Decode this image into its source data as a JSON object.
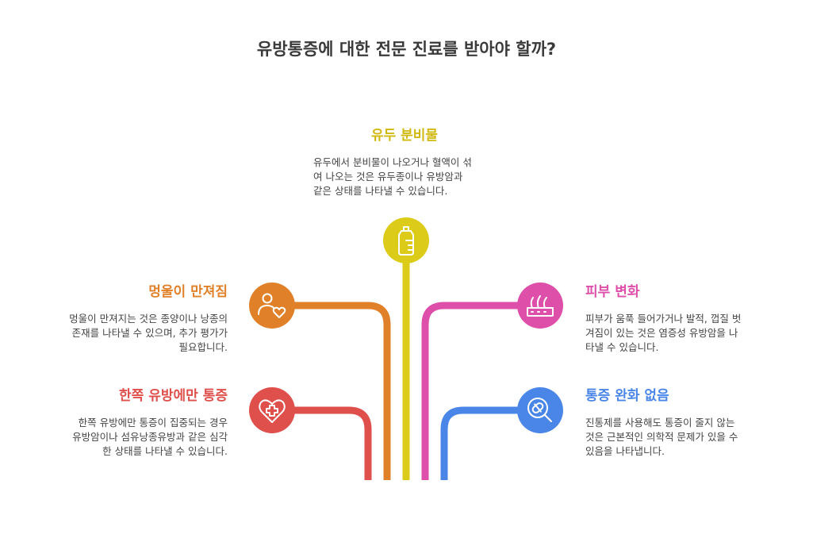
{
  "title": "유방통증에 대한 전문 진료를 받아야 할까?",
  "colors": {
    "yellow": "#dccb18",
    "orange": "#e0812a",
    "pink": "#dd4fa8",
    "red": "#df4f4b",
    "blue": "#4a86e8"
  },
  "nodes": {
    "nipple": {
      "title": "유두 분비물",
      "lines": [
        "유두에서 분비물이 나오거나 혈액이 섞",
        "여 나오는 것은 유두종이나 유방암과",
        "같은 상태를 나타낼 수 있습니다."
      ],
      "icon": "bottle-icon"
    },
    "lump": {
      "title": "멍울이 만져짐",
      "lines": [
        "멍울이 만져지는 것은 종양이나 낭종의",
        "존재를 나타낼 수 있으며, 추가 평가가",
        "필요합니다."
      ],
      "icon": "person-heart-icon"
    },
    "skin": {
      "title": "피부 변화",
      "lines": [
        "피부가 움푹 들어가거나 발적, 껍질 벗",
        "겨짐이 있는 것은 염증성 유방암을 나",
        "타낼 수 있습니다."
      ],
      "icon": "skin-layers-icon"
    },
    "onesided": {
      "title": "한쪽 유방에만 통증",
      "lines": [
        "한쪽 유방에만 통증이 집중되는 경우",
        "유방암이나 섬유낭종유방과 같은 심각",
        "한 상태를 나타낼 수 있습니다."
      ],
      "icon": "heart-cross-icon"
    },
    "norelief": {
      "title": "통증 완화 없음",
      "lines": [
        "진통제를 사용해도 통증이 줄지 않는",
        "것은 근본적인 의학적 문제가 있을 수",
        "있음을 나타냅니다."
      ],
      "icon": "pill-search-icon"
    }
  }
}
